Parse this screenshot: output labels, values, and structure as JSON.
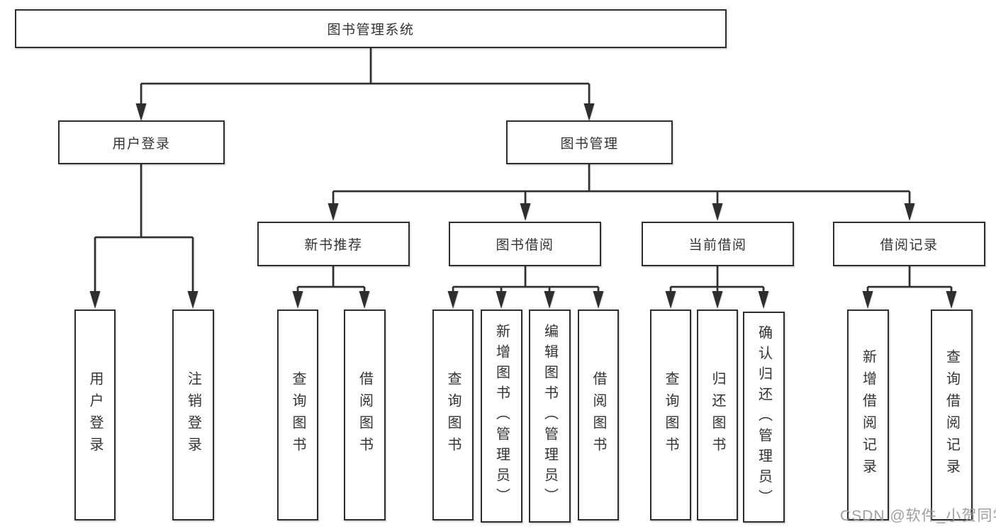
{
  "colors": {
    "line": "#2e2e2e",
    "box_border": "#2e2e2e",
    "box_fill": "#ffffff",
    "text": "#333333",
    "watermark_text_color": "#979797",
    "background": "#ffffff"
  },
  "watermark": {
    "text": "CSDN @软件_小贺同学"
  },
  "tree": {
    "root": {
      "label": "图书管理系统"
    },
    "groups": [
      {
        "label": "用户登录",
        "children": [
          "用户登录",
          "注销登录"
        ]
      },
      {
        "label": "图书管理",
        "subgroups": [
          {
            "label": "新书推荐",
            "children": [
              "查询图书",
              "借阅图书"
            ]
          },
          {
            "label": "图书借阅",
            "children": [
              "查询图书",
              "新增图书（管理员）",
              "编辑图书（管理员）",
              "借阅图书"
            ]
          },
          {
            "label": "当前借阅",
            "children": [
              "查询图书",
              "归还图书",
              "确认归还（管理员）"
            ]
          },
          {
            "label": "借阅记录",
            "children": [
              "新增借阅记录",
              "查询借阅记录"
            ]
          }
        ]
      }
    ]
  }
}
